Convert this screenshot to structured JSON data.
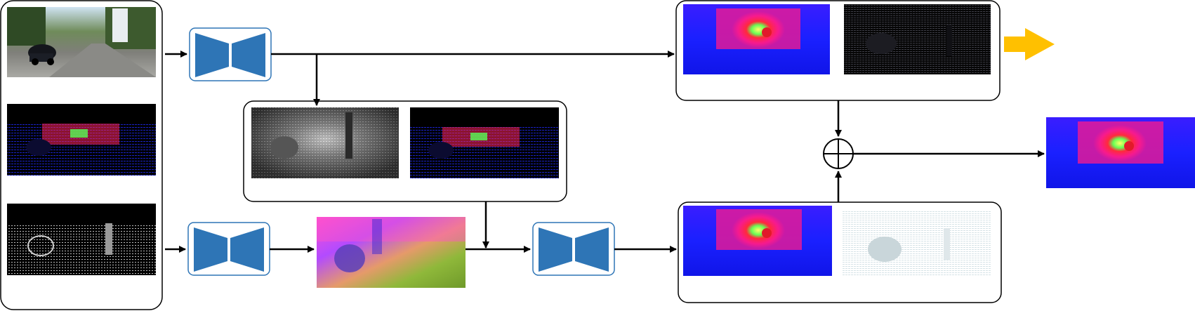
{
  "diagram": {
    "title": "",
    "colors": {
      "network_block": "#2e75b6",
      "network_border": "#2e75b6",
      "panel_border": "#000000",
      "arrow": "#000000",
      "output_arrow": "#ffc000",
      "depth_far": "#0a1aff",
      "depth_near": "#ff1a3c",
      "depth_peak": "#7dff5a"
    },
    "icons": {
      "network": "encoder-decoder-hourglass-icon",
      "fusion": "circled-plus-icon",
      "output": "right-arrow-icon"
    },
    "inputs": [
      {
        "name": "rgb-image",
        "kind": "street-scene-photo"
      },
      {
        "name": "sparse-depth-map",
        "kind": "sparse-lidar-colormap"
      },
      {
        "name": "edge-image",
        "kind": "grayscale-lidar-points"
      }
    ],
    "branches": {
      "top": {
        "outputs": [
          "dense-depth-prediction",
          "confidence-map-dark"
        ]
      },
      "middle": {
        "maps": [
          "grayscale-guidance-map",
          "sparse-depth-copy"
        ]
      },
      "bottom": {
        "feature": "rgb-feature-map",
        "outputs": [
          "dense-depth-prediction",
          "confidence-map-light"
        ]
      }
    },
    "final_output": "fused-dense-depth-map"
  }
}
